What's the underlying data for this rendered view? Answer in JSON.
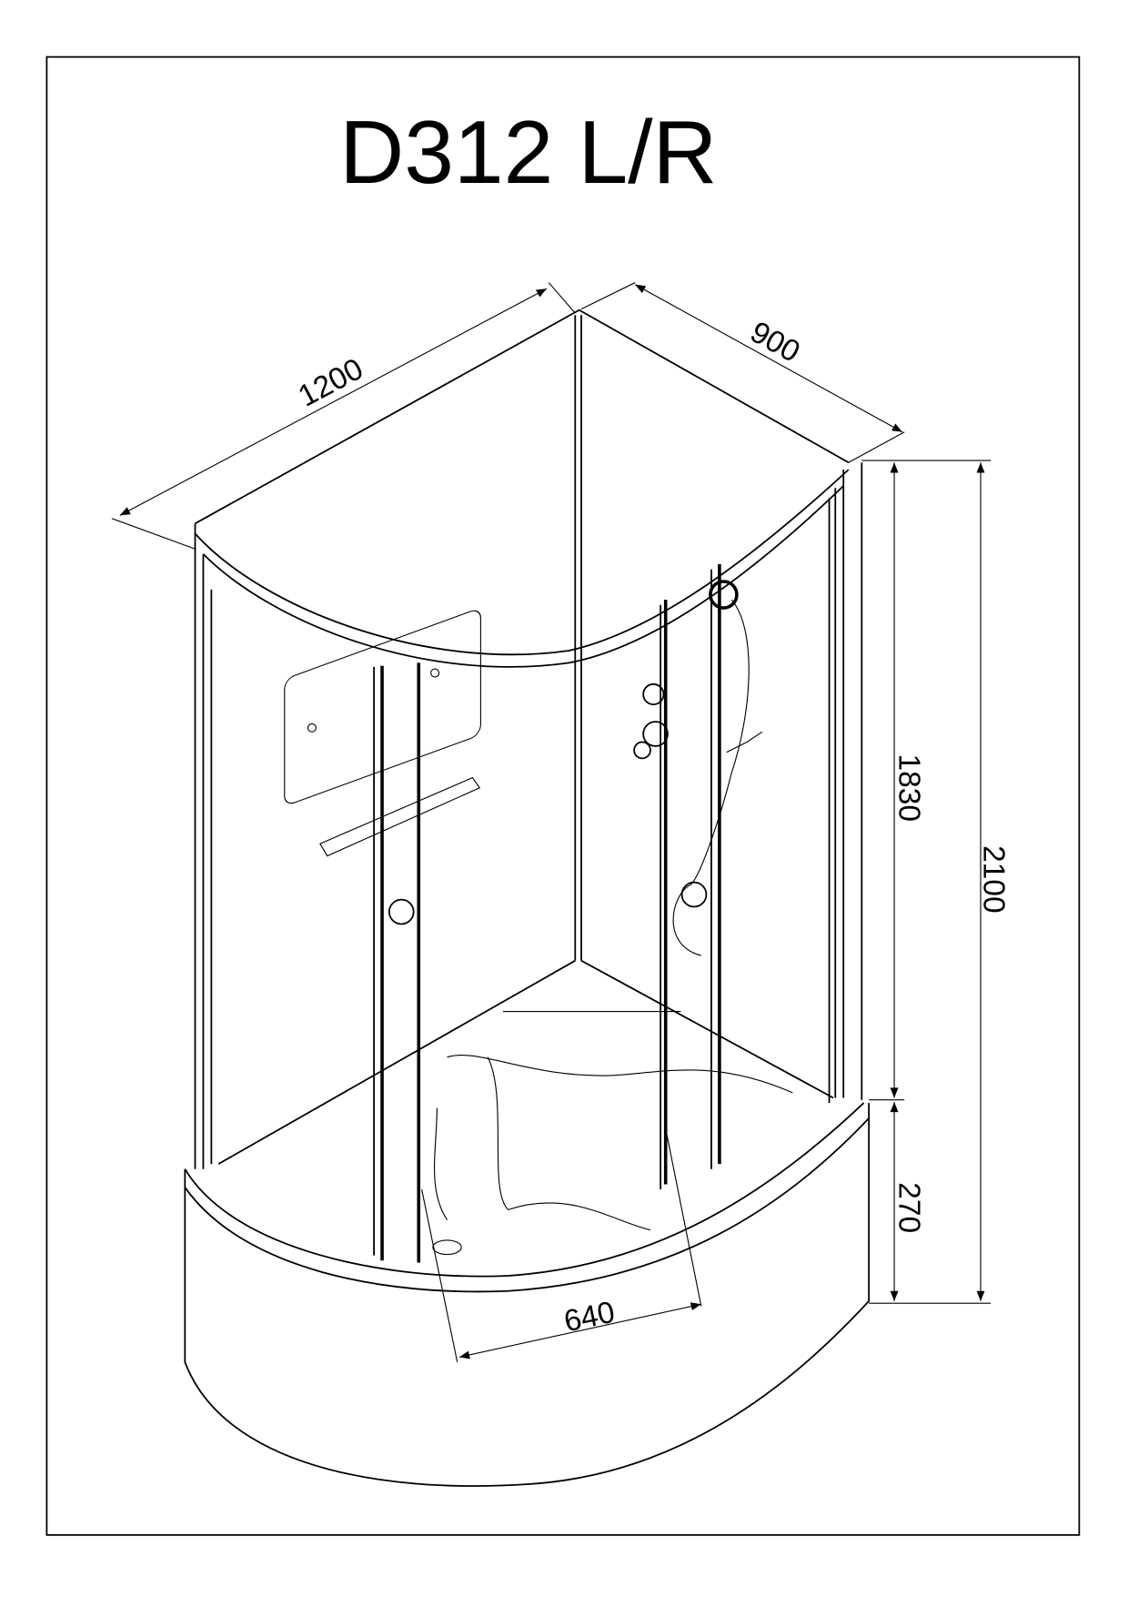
{
  "title": "D312 L/R",
  "dimensions": {
    "length": "1200",
    "depth": "900",
    "cabin_height": "1830",
    "total_height": "2100",
    "tray_height": "270",
    "door_width": "640"
  }
}
